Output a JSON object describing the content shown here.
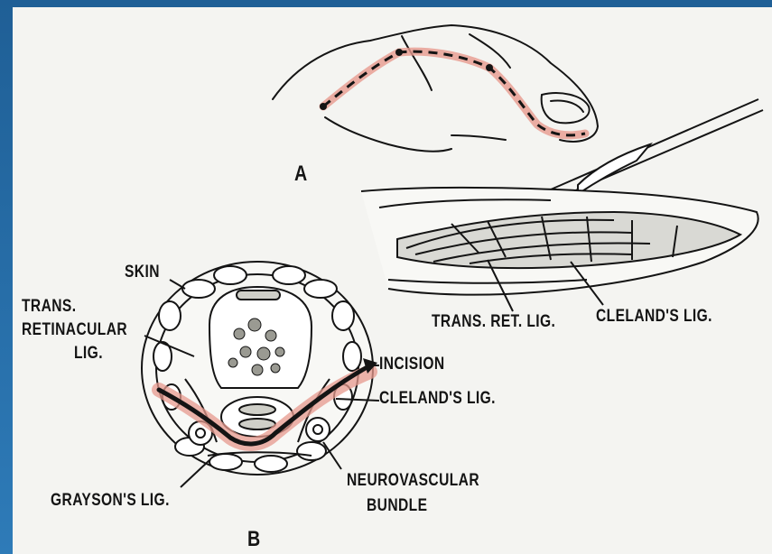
{
  "labels": {
    "a": "A",
    "b": "B",
    "skin": "SKIN",
    "trans_retinacular_1": "TRANS.",
    "trans_retinacular_2": "RETINACULAR",
    "trans_retinacular_3": "LIG.",
    "incision": "INCISION",
    "clelands_lig_b": "CLELAND'S LIG.",
    "neurovascular_1": "NEUROVASCULAR",
    "neurovascular_2": "BUNDLE",
    "graysons_lig": "GRAYSON'S LIG.",
    "trans_ret_lig": "TRANS. RET. LIG.",
    "clelands_lig_a": "CLELAND'S LIG."
  },
  "colors": {
    "ink": "#141414",
    "incision_pink": "#e79a8e",
    "paper": "#f4f4f1",
    "frame_blue": "#2a6fa8"
  }
}
